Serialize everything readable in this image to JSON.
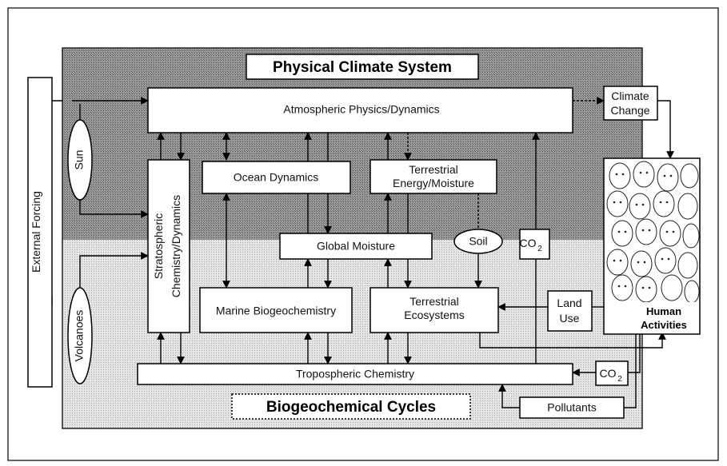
{
  "title_top": "Physical Climate System",
  "title_bottom": "Biogeochemical Cycles",
  "external_forcing": "External Forcing",
  "sun": "Sun",
  "volcanoes": "Volcanoes",
  "atmospheric": "Atmospheric Physics/Dynamics",
  "stratospheric_line1": "Stratospheric",
  "stratospheric_line2": "Chemistry/Dynamics",
  "ocean_dynamics": "Ocean Dynamics",
  "terrestrial_energy_line1": "Terrestrial",
  "terrestrial_energy_line2": "Energy/Moisture",
  "global_moisture": "Global Moisture",
  "soil": "Soil",
  "co2_main": "CO",
  "co2_sub": "2",
  "marine_bio": "Marine Biogeochemistry",
  "terrestrial_eco_line1": "Terrestrial",
  "terrestrial_eco_line2": "Ecosystems",
  "land_use_line1": "Land",
  "land_use_line2": "Use",
  "tropospheric": "Tropospheric Chemistry",
  "co2_low_main": "CO",
  "co2_low_sub": "2",
  "pollutants": "Pollutants",
  "climate_change_line1": "Climate",
  "climate_change_line2": "Change",
  "human_line1": "Human",
  "human_line2": "Activities",
  "colors": {
    "top_band": "#8f8f8f",
    "bottom_band": "#d9d9d9",
    "box_fill": "#ffffff",
    "line": "#000000"
  }
}
